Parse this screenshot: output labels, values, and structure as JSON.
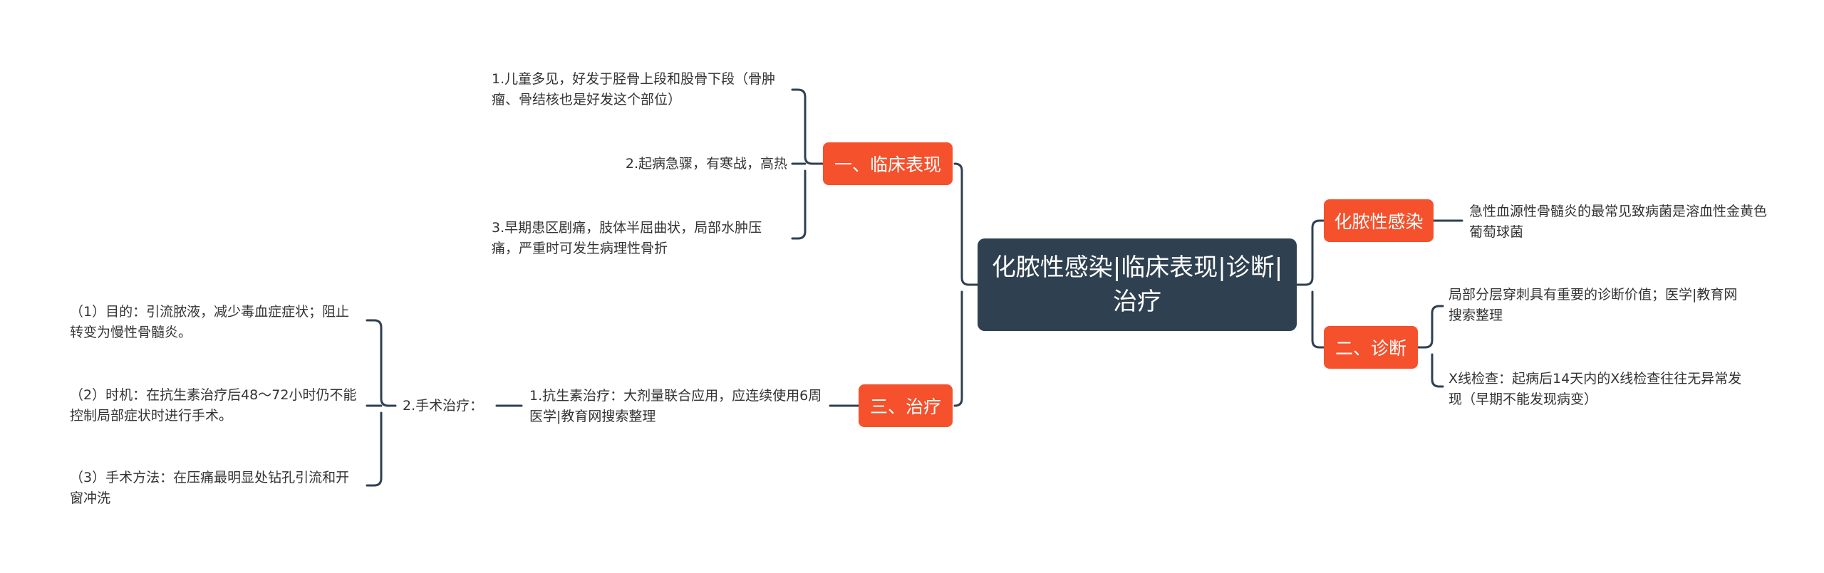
{
  "colors": {
    "root_bg": "#2f4050",
    "branch_bg": "#f4512c",
    "line": "#2f4050",
    "text": "#333333"
  },
  "root": {
    "label": "化脓性感染|临床表现|诊断|治疗"
  },
  "branches": {
    "clinical": {
      "label": "一、临床表现",
      "items": [
        "1.儿童多见，好发于胫骨上段和股骨下段（骨肿瘤、骨结核也是好发这个部位）",
        "2.起病急骤，有寒战，高热",
        "3.早期患区剧痛，肢体半屈曲状，局部水肿压痛，严重时可发生病理性骨折"
      ]
    },
    "treatment": {
      "label": "三、治疗",
      "items": [
        "1.抗生素治疗：大剂量联合应用，应连续使用6周医学|教育网搜索整理",
        "2.手术治疗："
      ],
      "surgery_items": [
        "（1）目的：引流脓液，减少毒血症症状；阻止转变为慢性骨髓炎。",
        "（2）时机：在抗生素治疗后48～72小时仍不能控制局部症状时进行手术。",
        "（3）手术方法：在压痛最明显处钻孔引流和开窗冲洗"
      ]
    },
    "infection": {
      "label": "化脓性感染",
      "items": [
        "急性血源性骨髓炎的最常见致病菌是溶血性金黄色葡萄球菌"
      ]
    },
    "diagnosis": {
      "label": "二、诊断",
      "items": [
        "局部分层穿刺具有重要的诊断价值；医学|教育网搜索整理",
        "X线检查：起病后14天内的X线检查往往无异常发现（早期不能发现病变）"
      ]
    }
  }
}
